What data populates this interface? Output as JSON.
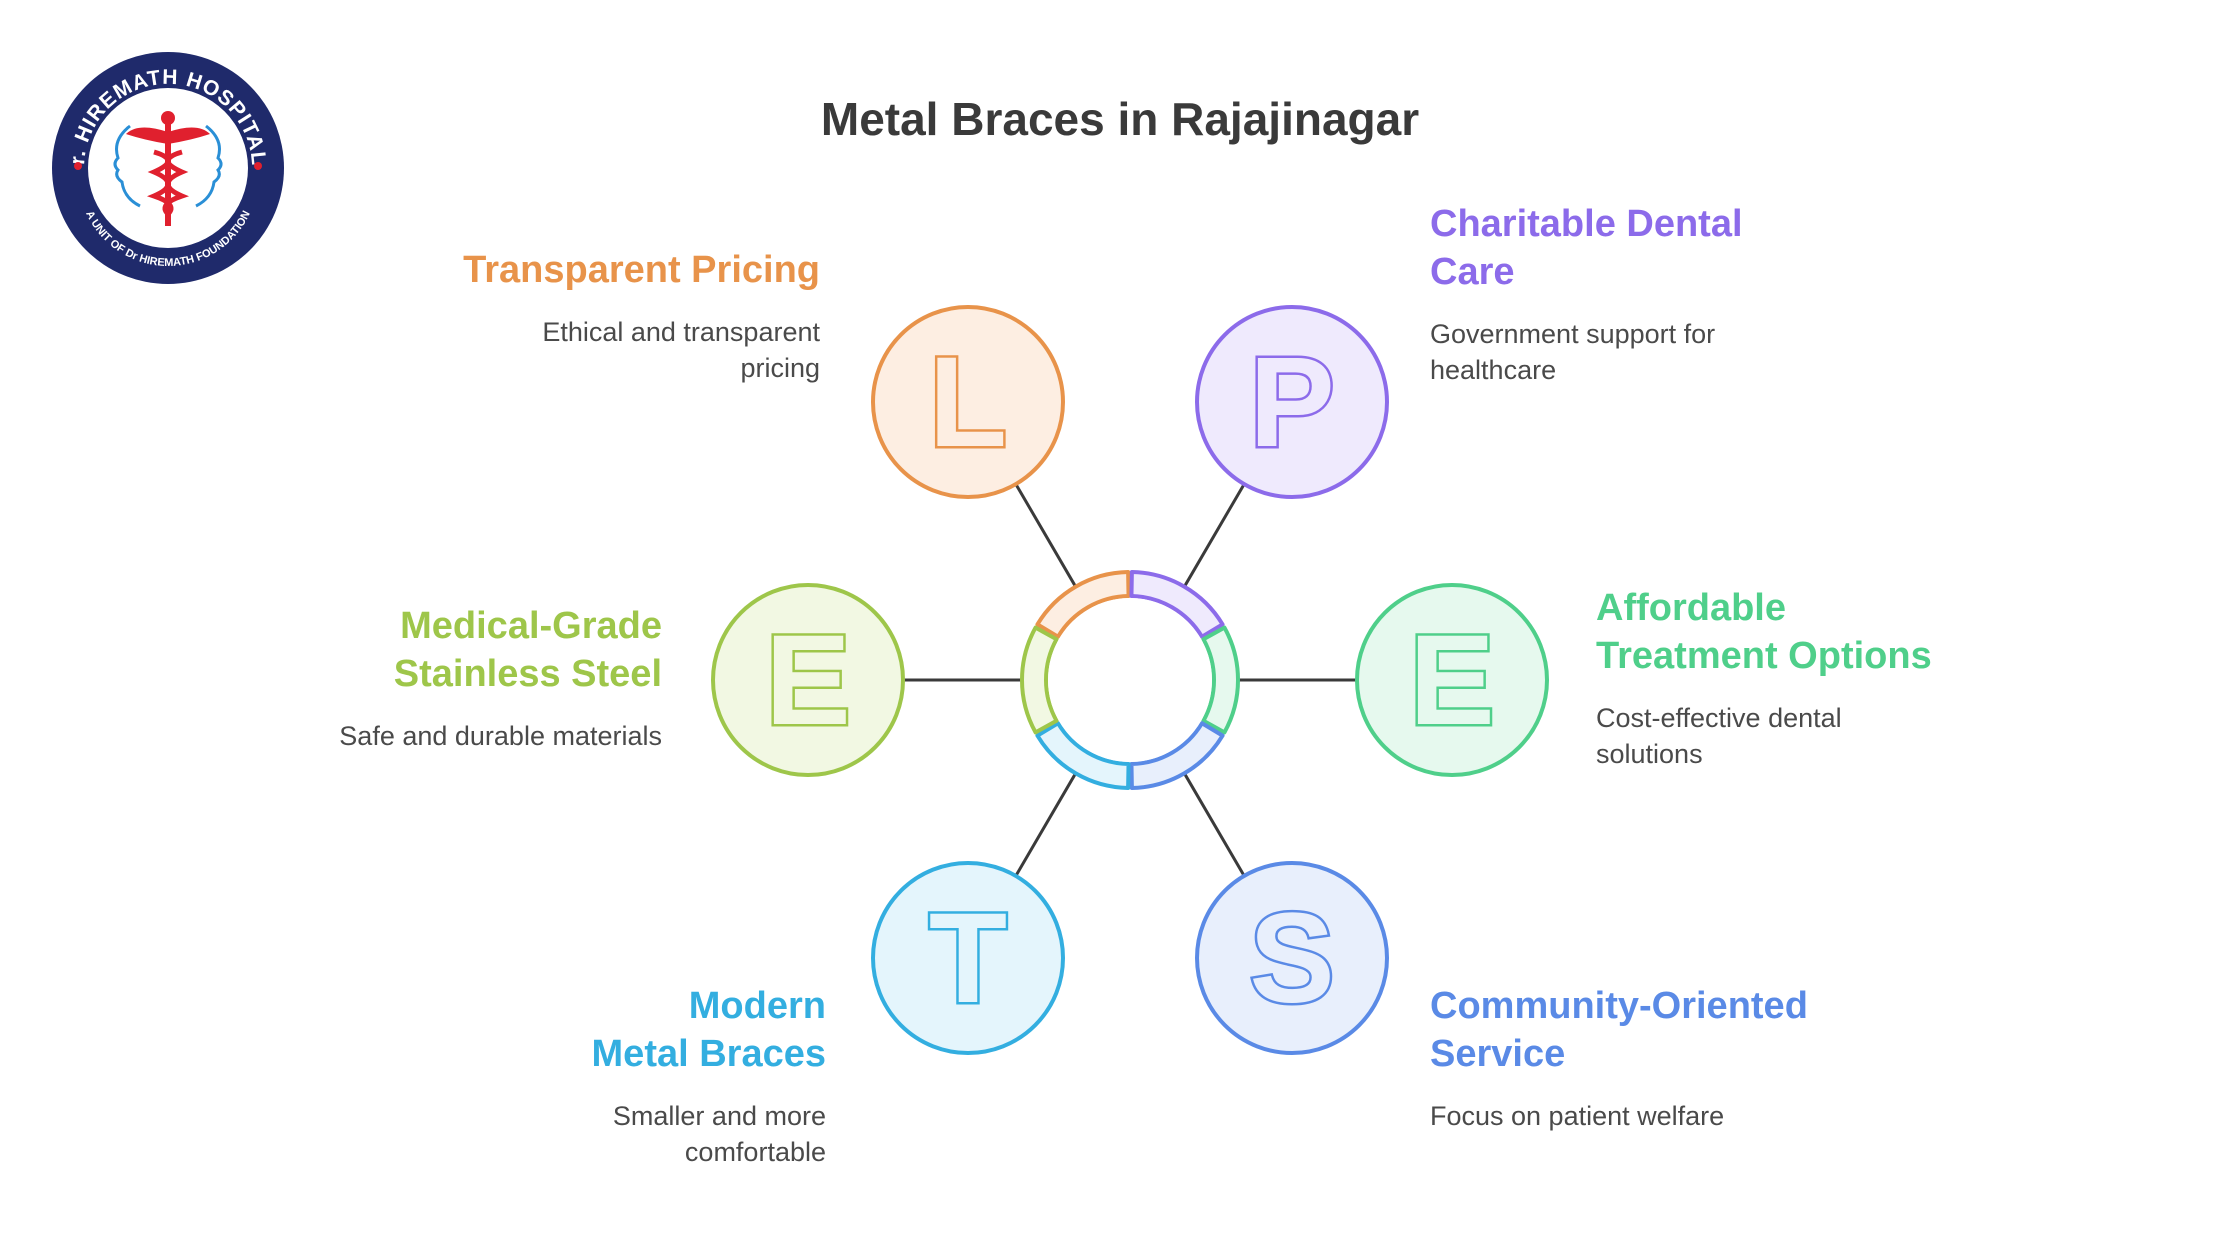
{
  "title": "Metal Braces in Rajajinagar",
  "logo": {
    "name": "Dr. HIREMATH HOSPITALS",
    "subtitle": "A UNIT OF Dr HIREMATH FOUNDATION",
    "colors": {
      "ring": "#1f2a6b",
      "symbol": "#e0202e",
      "face": "#2a8fd6"
    }
  },
  "items": [
    {
      "letter": "L",
      "title": "Transparent Pricing",
      "desc": "Ethical and transparent pricing",
      "color": "#e8934a",
      "fill": "#fdeee2"
    },
    {
      "letter": "P",
      "title": "Charitable Dental Care",
      "desc": "Government support for healthcare",
      "color": "#8c6bea",
      "fill": "#efeafd"
    },
    {
      "letter": "E",
      "title": "Affordable Treatment Options",
      "desc": "Cost-effective dental solutions",
      "color": "#4fcf8a",
      "fill": "#e6f9ee"
    },
    {
      "letter": "S",
      "title": "Community-Oriented Service",
      "desc": "Focus on patient welfare",
      "color": "#5a8ae6",
      "fill": "#e8effc"
    },
    {
      "letter": "T",
      "title": "Modern Metal Braces",
      "desc": "Smaller and more comfortable",
      "color": "#33aee0",
      "fill": "#e4f5fc"
    },
    {
      "letter": "E",
      "title": "Medical-Grade Stainless Steel",
      "desc": "Safe and durable materials",
      "color": "#9ec64a",
      "fill": "#f2f8e3"
    }
  ]
}
